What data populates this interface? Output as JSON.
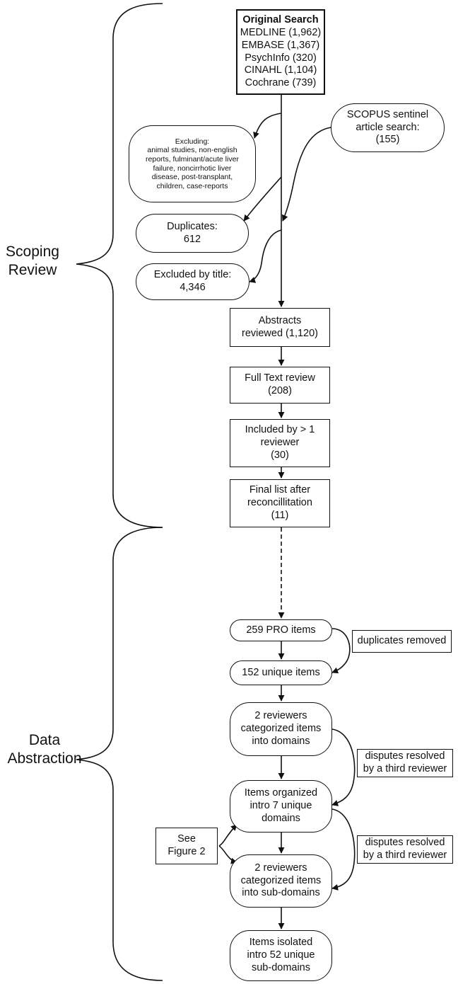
{
  "sections": {
    "scoping": [
      "Scoping",
      "Review"
    ],
    "abstraction": [
      "Data",
      "Abstraction"
    ]
  },
  "nodes": {
    "original_search": [
      "Original Search",
      "MEDLINE (1,962)",
      "EMBASE (1,367)",
      "PsychInfo (320)",
      "CINAHL (1,104)",
      "Cochrane (739)"
    ],
    "scopus": [
      "SCOPUS sentinel",
      "article search:",
      "(155)"
    ],
    "excluding": [
      "Excluding:",
      "animal studies, non-english",
      "reports, fulminant/acute liver",
      "failure, noncirrhotic liver",
      "disease, post-transplant,",
      "children, case-reports"
    ],
    "duplicates": [
      "Duplicates:",
      "612"
    ],
    "excluded_title": [
      "Excluded by title:",
      "4,346"
    ],
    "abstracts": [
      "Abstracts",
      "reviewed (1,120)"
    ],
    "fulltext": [
      "Full Text review",
      "(208)"
    ],
    "included": [
      "Included by > 1",
      "reviewer",
      "(30)"
    ],
    "final_list": [
      "Final list after",
      "reconcillitation",
      "(11)"
    ],
    "pro_items": [
      "259 PRO items"
    ],
    "dup_removed": [
      "duplicates removed"
    ],
    "unique_items": [
      "152 unique items"
    ],
    "categorized_domains": [
      "2 reviewers",
      "categorized items",
      "into domains"
    ],
    "disputes_1": [
      "disputes resolved",
      "by a third reviewer"
    ],
    "organized_domains": [
      "Items organized",
      "intro 7 unique",
      "domains"
    ],
    "see_figure": [
      "See",
      "Figure 2"
    ],
    "disputes_2": [
      "disputes resolved",
      "by a third reviewer"
    ],
    "categorized_subdomains": [
      "2 reviewers",
      "categorized items",
      "into sub-domains"
    ],
    "isolated_subdomains": [
      "Items isolated",
      "intro 52 unique",
      "sub-domains"
    ]
  }
}
